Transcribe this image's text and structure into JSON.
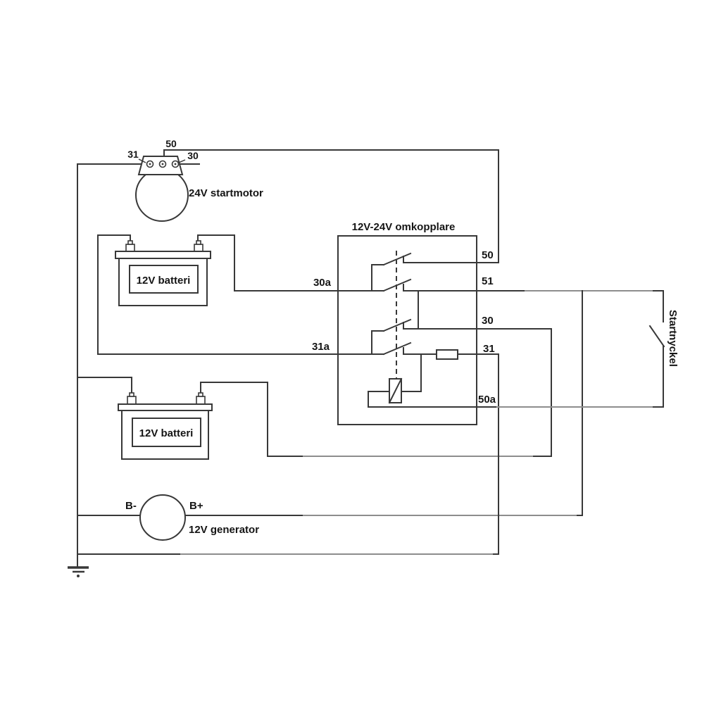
{
  "diagram": {
    "startmotor": {
      "label": "24V startmotor",
      "terminal_31": "31",
      "terminal_50": "50",
      "terminal_30": "30"
    },
    "battery_top": {
      "label": "12V batteri"
    },
    "battery_bottom": {
      "label": "12V batteri"
    },
    "switch_box": {
      "title": "12V-24V omkopplare",
      "left": {
        "t30a": "30a",
        "t31a": "31a"
      },
      "right": {
        "t50": "50",
        "t51": "51",
        "t30": "30",
        "t31": "31",
        "t50a": "50a"
      }
    },
    "generator": {
      "label": "12V generator",
      "neg": "B-",
      "pos": "B+"
    },
    "start_key": {
      "label": "Startnyckel"
    },
    "colors": {
      "line": "#383838",
      "line_faint": "#8d8d8d",
      "text": "#151515",
      "background": "#ffffff"
    }
  }
}
